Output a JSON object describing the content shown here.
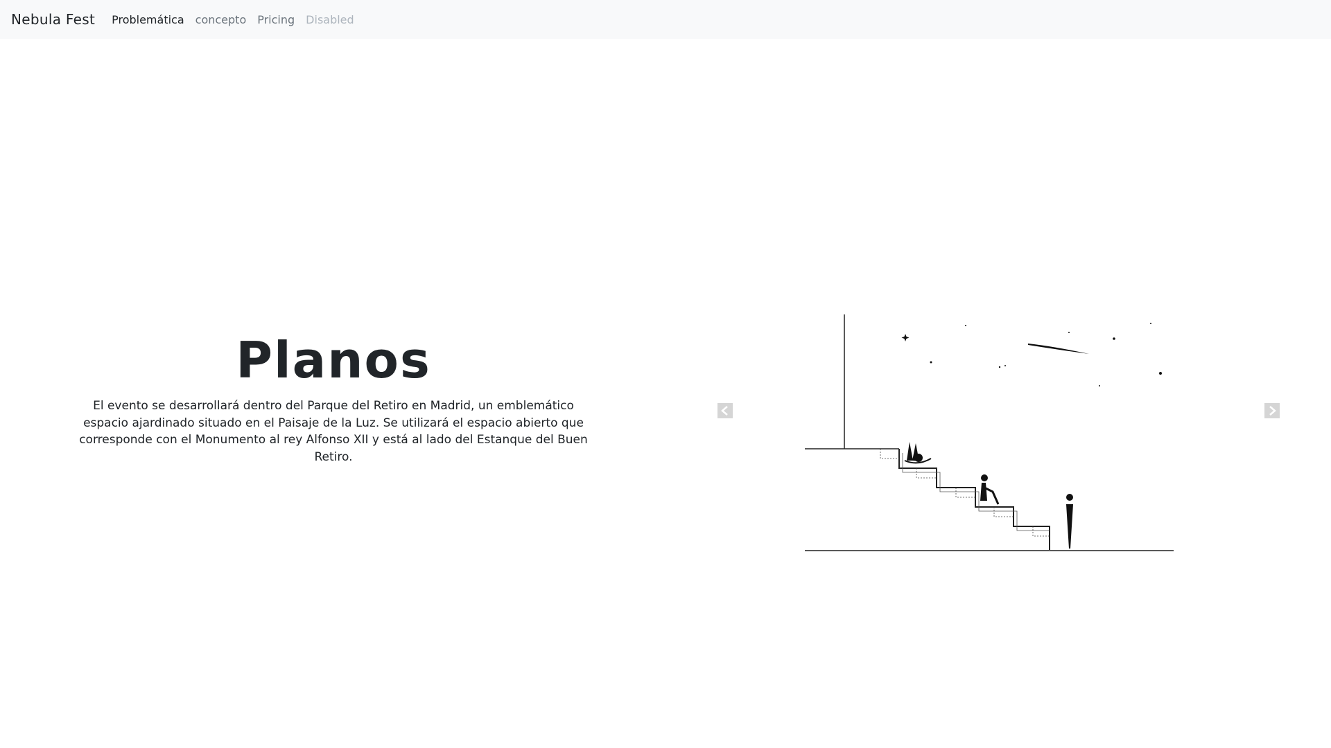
{
  "navbar": {
    "brand": "Nebula Fest",
    "links": [
      {
        "label": "Problemática",
        "state": "active"
      },
      {
        "label": "concepto",
        "state": "normal"
      },
      {
        "label": "Pricing",
        "state": "normal"
      },
      {
        "label": "Disabled",
        "state": "disabled"
      }
    ]
  },
  "hero": {
    "title": "Planos",
    "description": "El evento se desarrollará dentro del Parque del Retiro en Madrid, un emblemático espacio ajardinado situado en el Paisaje de la Luz. Se utilizará el espacio abierto que corresponde con el Monumento al rey Alfonso XII y está al lado del Estanque del Buen Retiro."
  },
  "carousel": {
    "prev_icon": "chevron-left-icon",
    "next_icon": "chevron-right-icon",
    "image": "stairs-night-sky-illustration"
  },
  "colors": {
    "navbar_bg": "#f8f9fa",
    "text_dark": "#212529",
    "nav_muted": "#6c757d",
    "nav_disabled": "#adb5bd",
    "control_bg": "#d5d5d5"
  }
}
